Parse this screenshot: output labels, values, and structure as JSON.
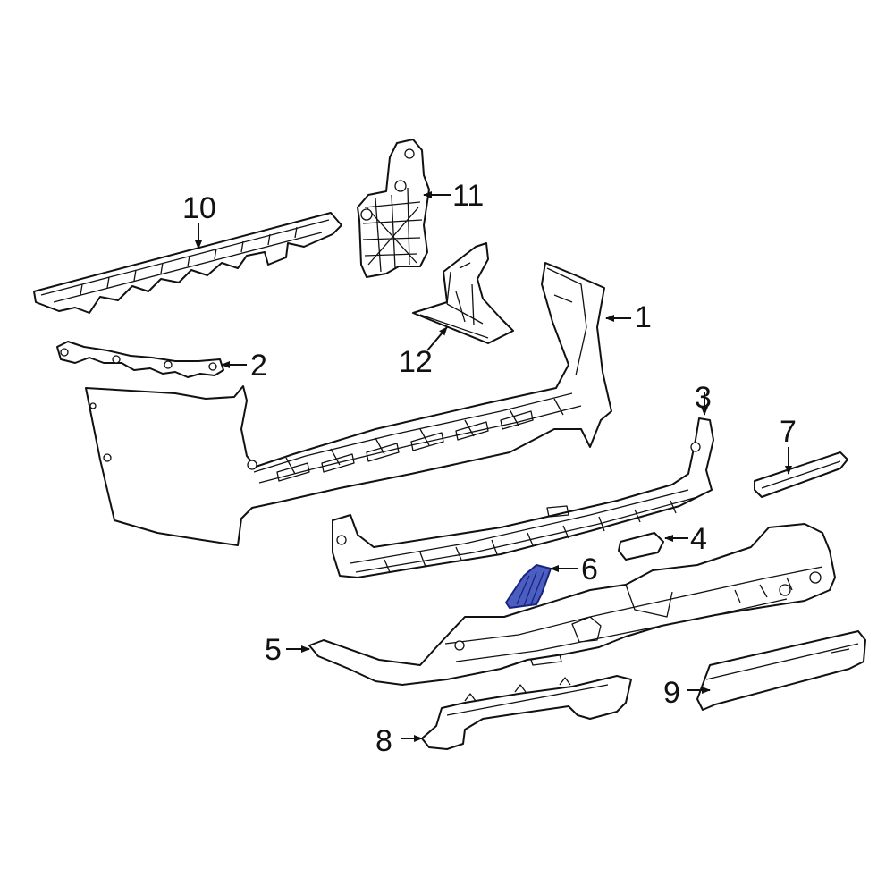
{
  "callouts": [
    {
      "id": "1",
      "label": "1"
    },
    {
      "id": "2",
      "label": "2"
    },
    {
      "id": "3",
      "label": "3"
    },
    {
      "id": "4",
      "label": "4"
    },
    {
      "id": "5",
      "label": "5"
    },
    {
      "id": "6",
      "label": "6",
      "highlighted": true
    },
    {
      "id": "7",
      "label": "7"
    },
    {
      "id": "8",
      "label": "8"
    },
    {
      "id": "9",
      "label": "9"
    },
    {
      "id": "10",
      "label": "10"
    },
    {
      "id": "11",
      "label": "11"
    },
    {
      "id": "12",
      "label": "12"
    }
  ],
  "colors": {
    "highlight": "#4a5fc1",
    "line": "#111111",
    "background": "#ffffff"
  }
}
